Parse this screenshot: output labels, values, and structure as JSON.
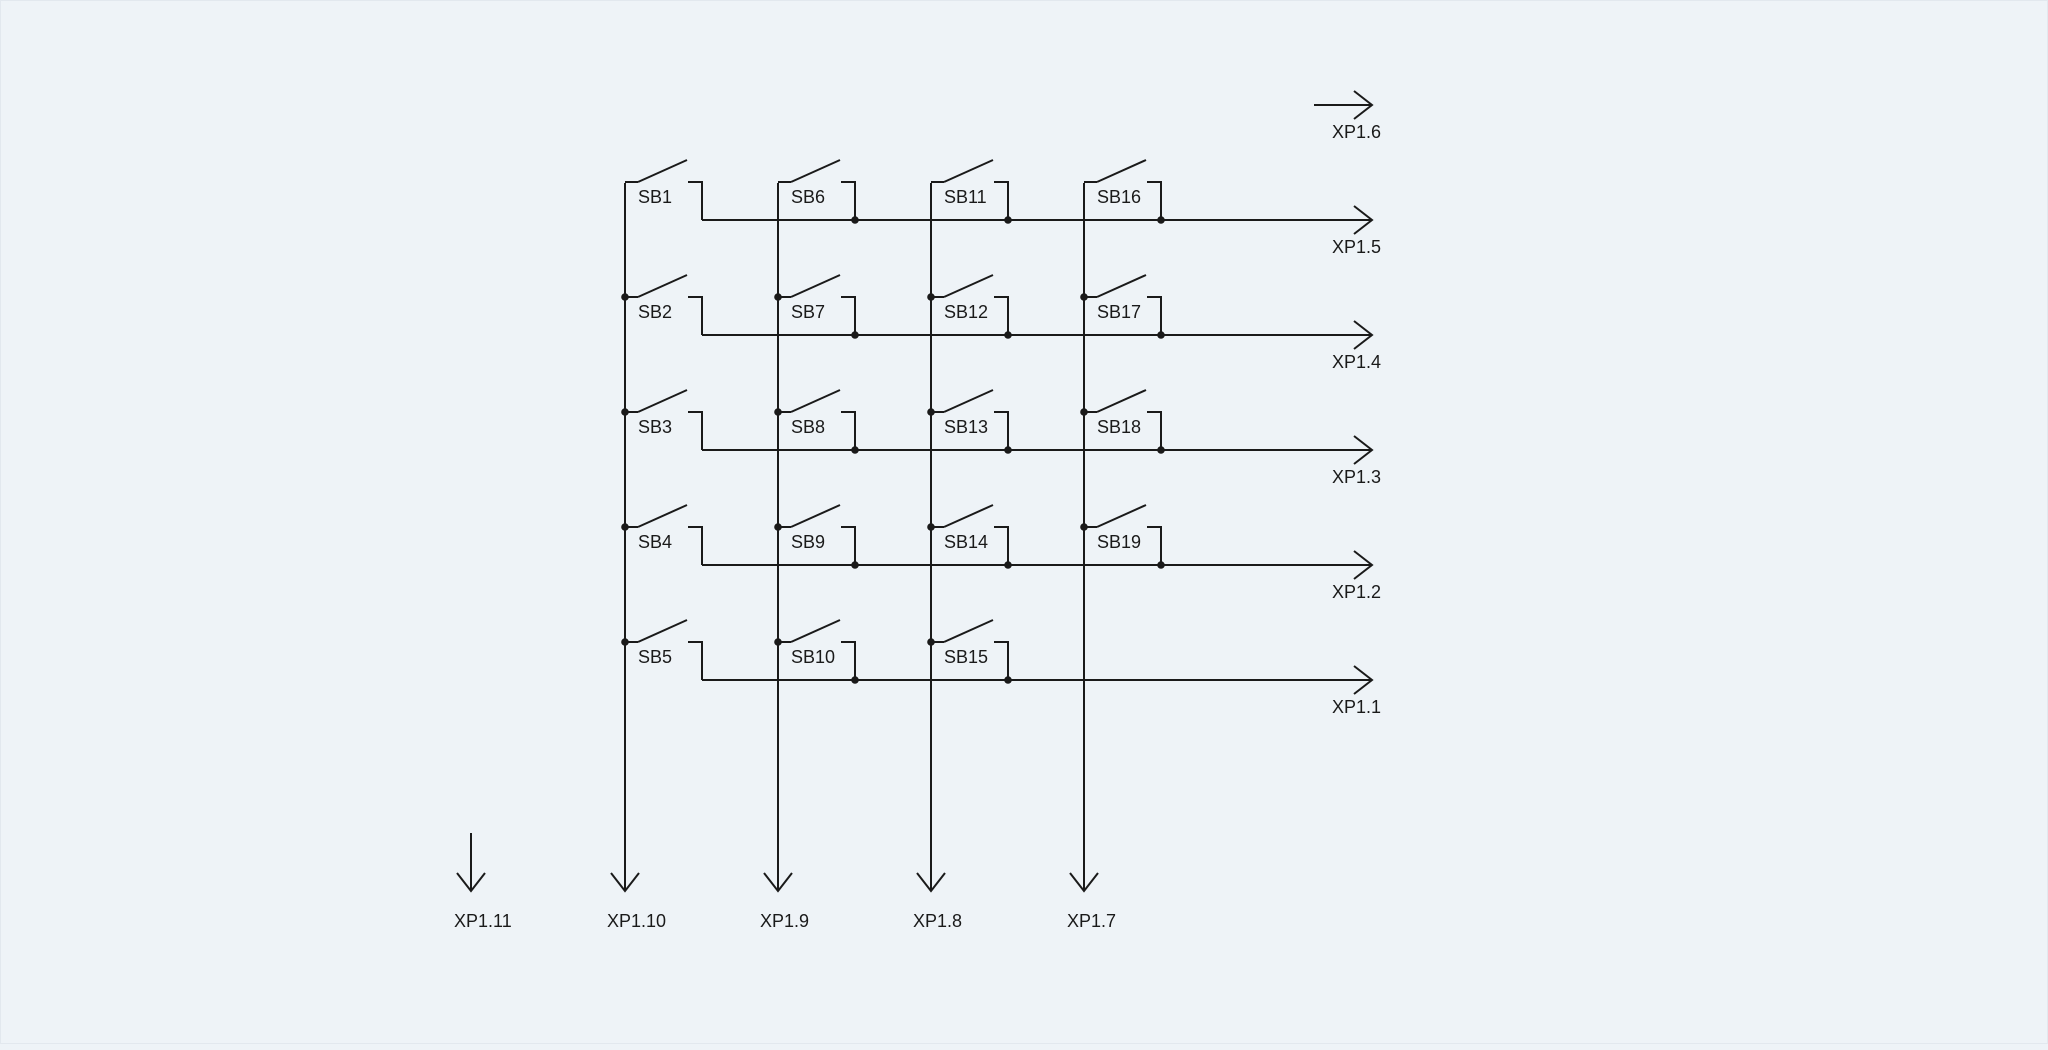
{
  "diagram": {
    "colors": {
      "background": "#eef3f7",
      "wire": "#1a1a1a"
    },
    "switches": [
      {
        "label": "SB1",
        "column": 1,
        "row": 1
      },
      {
        "label": "SB2",
        "column": 1,
        "row": 2
      },
      {
        "label": "SB3",
        "column": 1,
        "row": 3
      },
      {
        "label": "SB4",
        "column": 1,
        "row": 4
      },
      {
        "label": "SB5",
        "column": 1,
        "row": 5
      },
      {
        "label": "SB6",
        "column": 2,
        "row": 1
      },
      {
        "label": "SB7",
        "column": 2,
        "row": 2
      },
      {
        "label": "SB8",
        "column": 2,
        "row": 3
      },
      {
        "label": "SB9",
        "column": 2,
        "row": 4
      },
      {
        "label": "SB10",
        "column": 2,
        "row": 5
      },
      {
        "label": "SB11",
        "column": 3,
        "row": 1
      },
      {
        "label": "SB12",
        "column": 3,
        "row": 2
      },
      {
        "label": "SB13",
        "column": 3,
        "row": 3
      },
      {
        "label": "SB14",
        "column": 3,
        "row": 4
      },
      {
        "label": "SB15",
        "column": 3,
        "row": 5
      },
      {
        "label": "SB16",
        "column": 4,
        "row": 1
      },
      {
        "label": "SB17",
        "column": 4,
        "row": 2
      },
      {
        "label": "SB18",
        "column": 4,
        "row": 3
      },
      {
        "label": "SB19",
        "column": 4,
        "row": 4
      }
    ],
    "row_outputs": [
      "XP1.6",
      "XP1.5",
      "XP1.4",
      "XP1.3",
      "XP1.2",
      "XP1.1"
    ],
    "column_outputs": [
      "XP1.11",
      "XP1.10",
      "XP1.9",
      "XP1.8",
      "XP1.7"
    ]
  }
}
